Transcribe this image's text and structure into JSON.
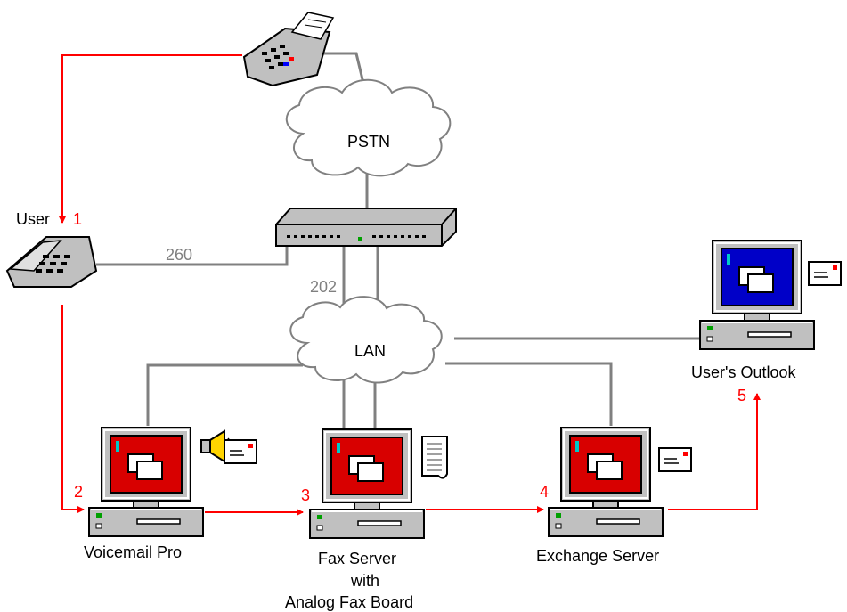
{
  "colors": {
    "flow_red": "#ff0000",
    "cable_gray": "#808080",
    "screen_red": "#d80000",
    "screen_blue": "#0000c8",
    "device_gray": "#c0c0c0"
  },
  "nodes": {
    "pstn_label": "PSTN",
    "lan_label": "LAN",
    "user_label": "User",
    "extension_260": "260",
    "extension_202": "202",
    "voicemail_label": "Voicemail Pro",
    "fax_server_label_1": "Fax Server",
    "fax_server_label_2": "with",
    "fax_server_label_3": "Analog Fax Board",
    "exchange_label": "Exchange Server",
    "outlook_label": "User's Outlook"
  },
  "steps": [
    "1",
    "2",
    "3",
    "4",
    "5"
  ],
  "icons": [
    "fax-machine-icon",
    "telephone-icon",
    "switch-icon",
    "computer-icon",
    "speaker-icon",
    "envelope-icon",
    "document-scroll-icon"
  ]
}
